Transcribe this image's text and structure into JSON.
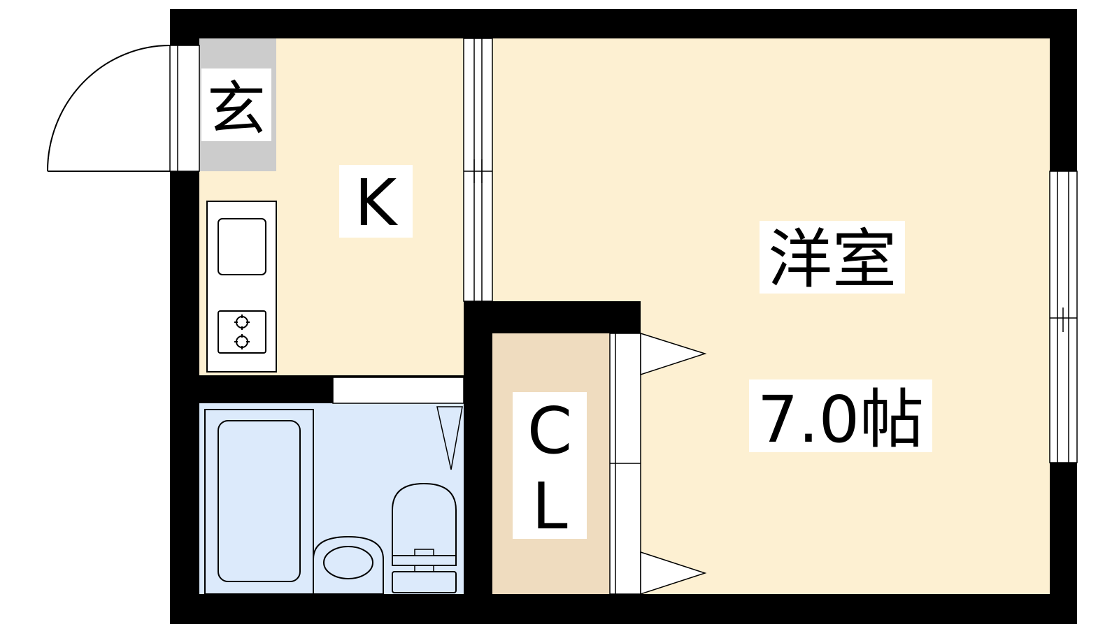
{
  "rooms": {
    "genkan": {
      "label": "玄"
    },
    "kitchen": {
      "label": "K"
    },
    "western": {
      "label": "洋室",
      "size": "7.0帖"
    },
    "closet": {
      "line1": "C",
      "line2": "L"
    }
  },
  "colors": {
    "wall": "#000000",
    "kitchen_floor": "#fdf0d2",
    "western_floor": "#fdf0d2",
    "bath_floor": "#dceafb",
    "closet_floor": "#efdcbf",
    "genkan_floor": "#cccccc"
  }
}
